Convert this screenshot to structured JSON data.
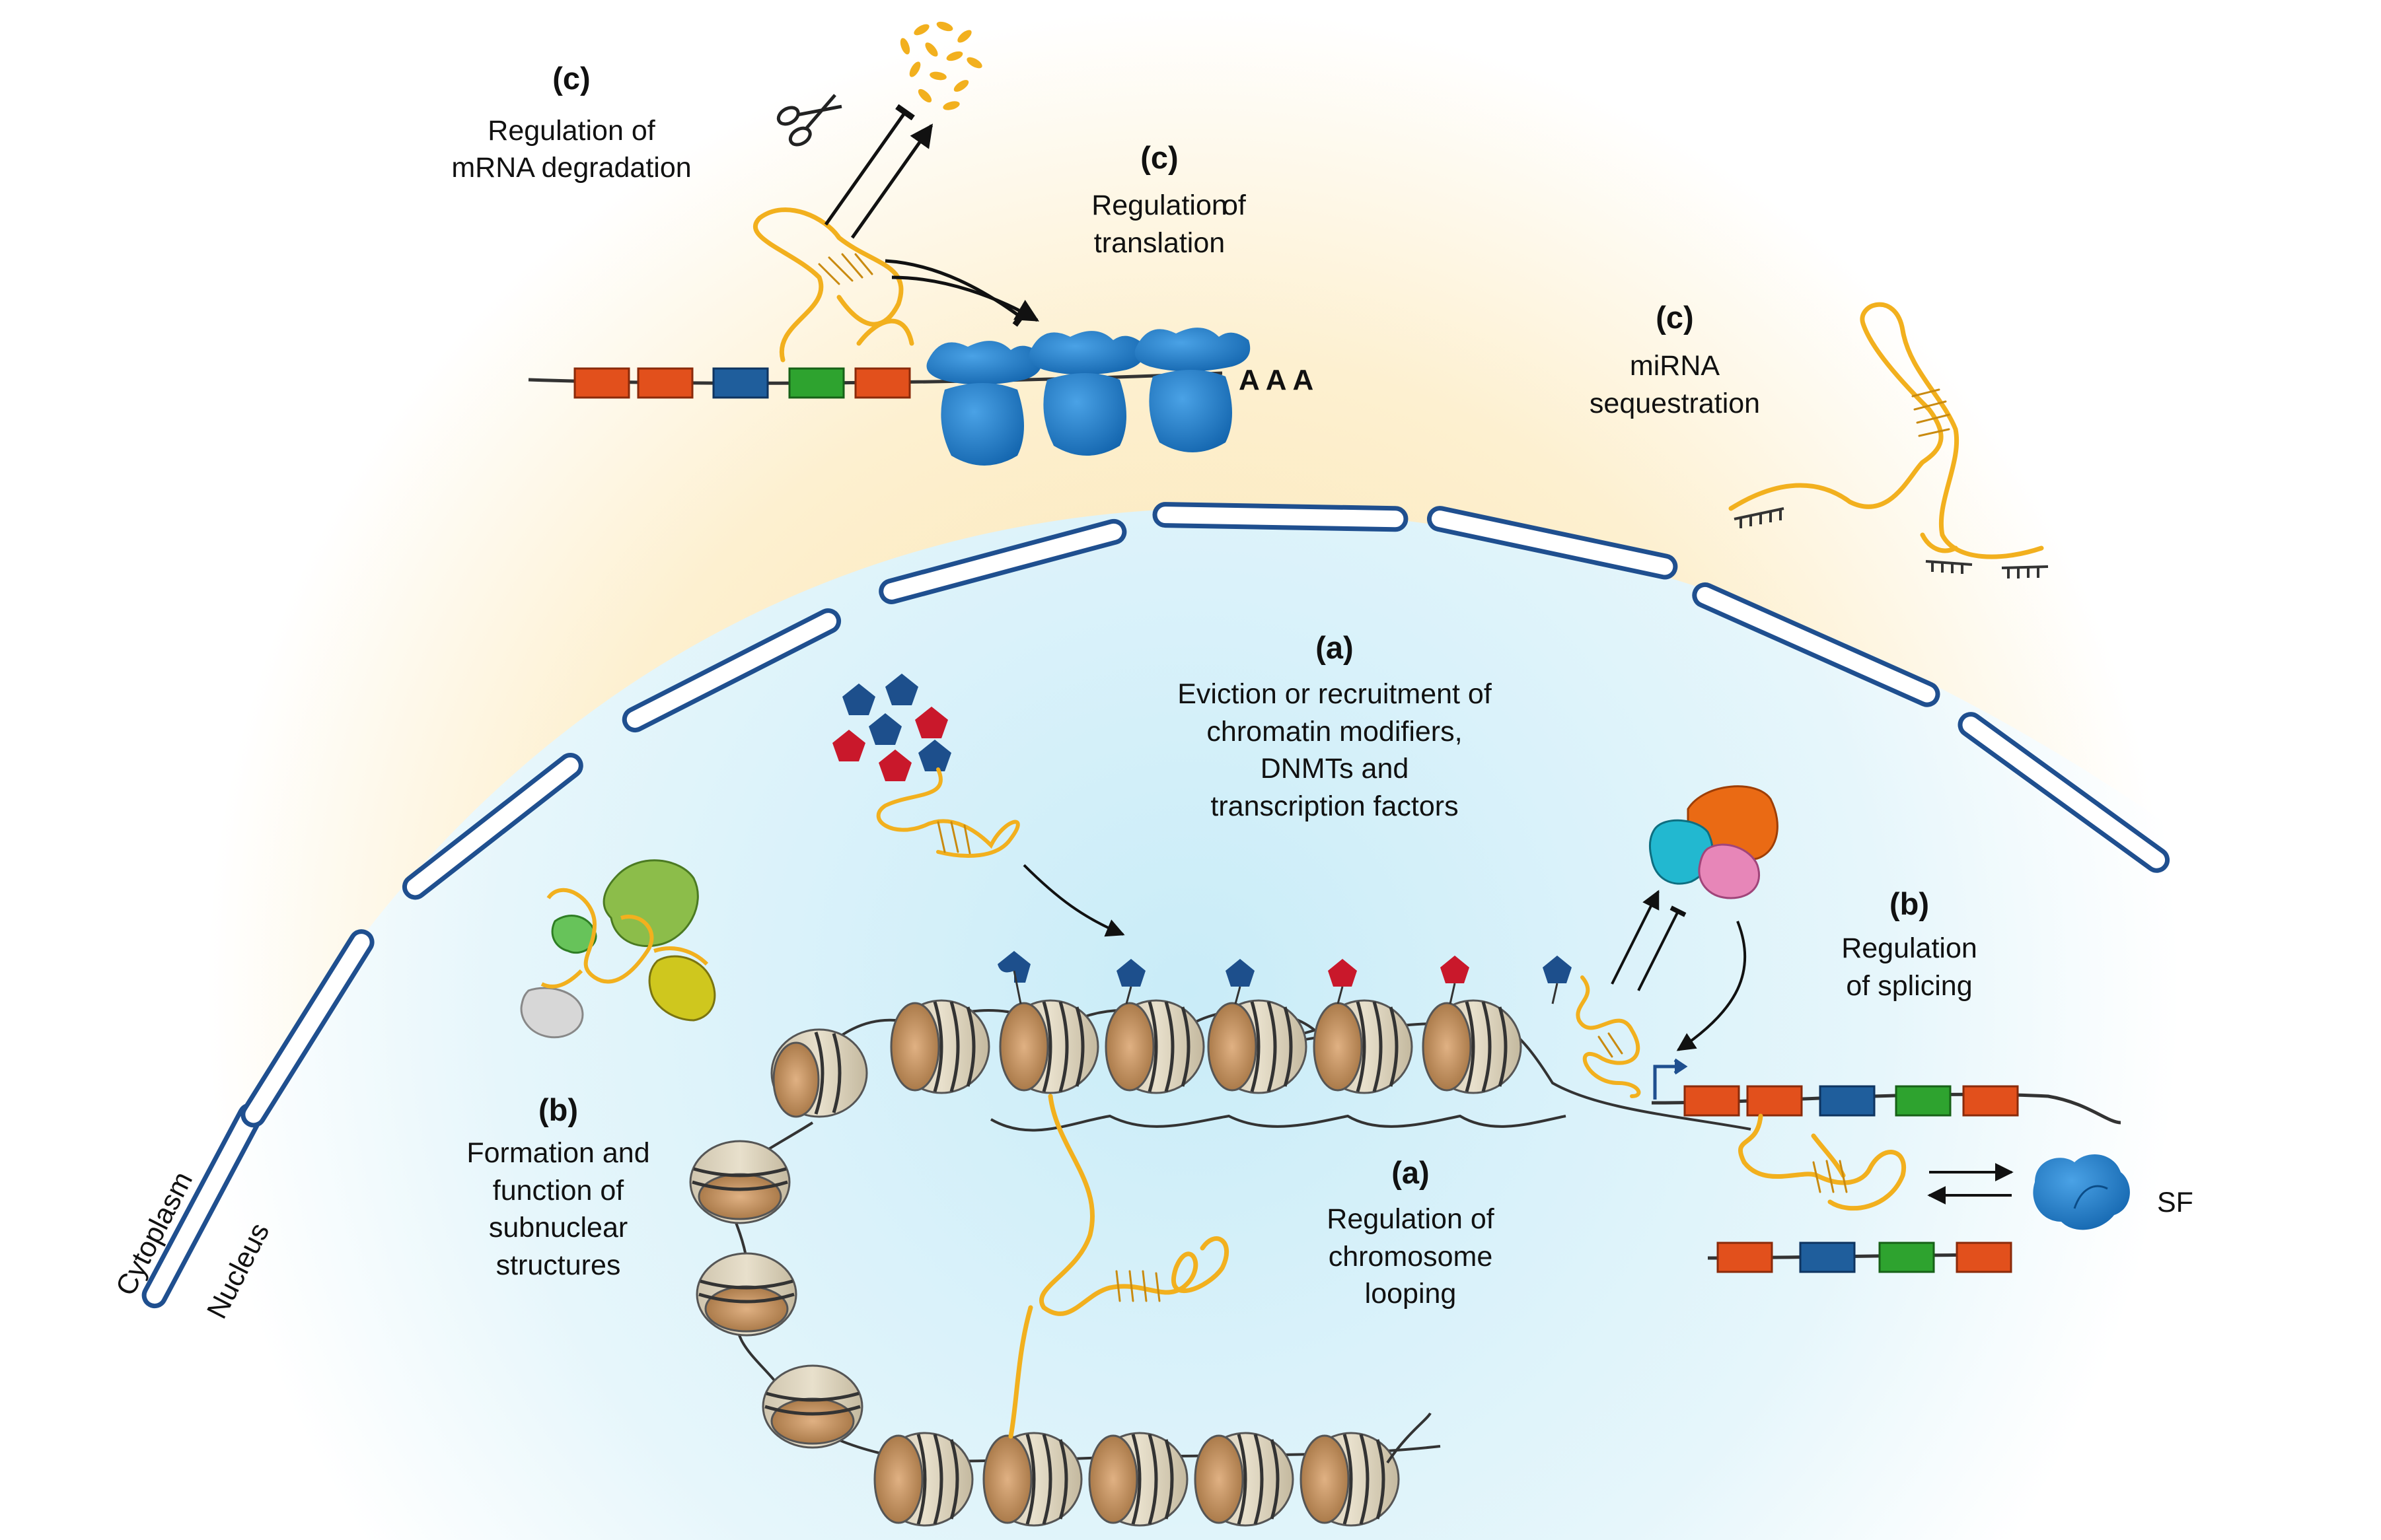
{
  "labels": {
    "c_degradation": {
      "tag": "(c)",
      "lines": [
        "Regulation of",
        "mRNA degradation"
      ]
    },
    "c_translation": {
      "tag": "(c)",
      "lines": [
        "Regulation",
        "of",
        "translation"
      ]
    },
    "c_sequestration": {
      "tag": "(c)",
      "lines": [
        "miRNA",
        "sequestration"
      ]
    },
    "a_eviction": {
      "tag": "(a)",
      "lines": [
        "Eviction or recruitment of",
        "chromatin modifiers,",
        "DNMTs and",
        "transcription factors"
      ]
    },
    "b_splicing": {
      "tag": "(b)",
      "lines": [
        "Regulation",
        "of splicing"
      ]
    },
    "b_subnuclear": {
      "tag": "(b)",
      "lines": [
        "Formation and",
        "function of",
        "subnuclear",
        "structures"
      ]
    },
    "a_looping": {
      "tag": "(a)",
      "lines": [
        "Regulation of",
        "chromosome",
        "looping"
      ]
    },
    "polya": "A A A",
    "sf": "SF",
    "cytoplasm": "Cytoplasm",
    "nucleus": "Nucleus"
  },
  "colors": {
    "lncrna": "#f2b01e",
    "envelope": "#1f4f8f",
    "ribosome": "#1a73c4",
    "exon_red": "#e2501c",
    "exon_blue": "#1f5e9c",
    "exon_green": "#2ea32f",
    "nucleosome": "#d9cfb8",
    "nucleosome_core": "#b07f4d",
    "modifier_blue": "#1d4f8c",
    "modifier_red": "#c9182b",
    "nucleus_fill": "#e3f5fb",
    "cytoplasm_glow": "#fbe3b0"
  },
  "icons": [
    "scissors-icon",
    "transcription-start-arrow-icon"
  ]
}
